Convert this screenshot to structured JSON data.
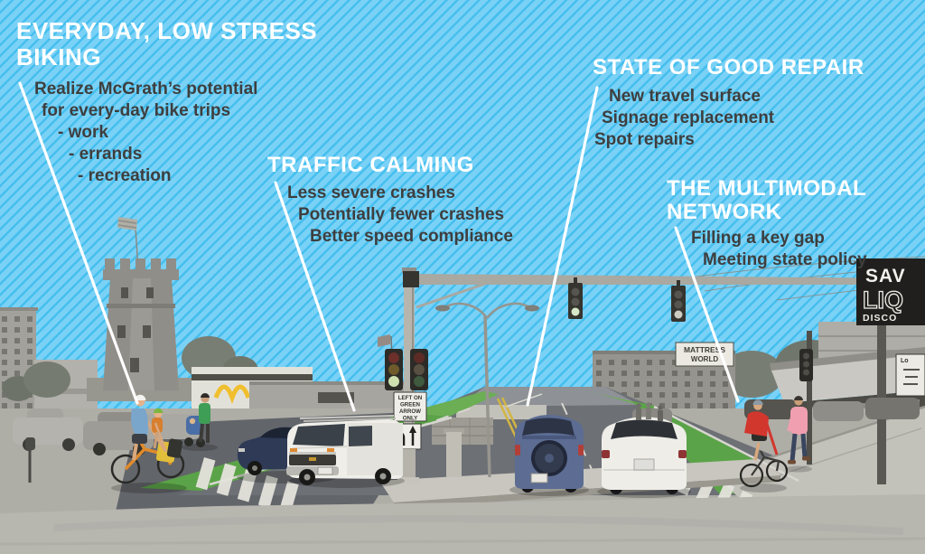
{
  "palette": {
    "sky": "#7ad1f6",
    "sky_stripe": "#45bfee",
    "heading_color": "#ffffff",
    "body_color": "#3e3e3e",
    "leader_color": "#ffffff",
    "bike_lane_green": "#5ba348",
    "road_gray": "#6d7075",
    "center_line_yellow": "#d3b544"
  },
  "callouts": {
    "biking": {
      "title": "EVERYDAY, LOW STRESS BIKING",
      "lines": [
        "Realize McGrath’s potential",
        "for every-day bike trips",
        "- work",
        "- errands",
        "- recreation"
      ]
    },
    "calming": {
      "title": "TRAFFIC CALMING",
      "lines": [
        "Less severe crashes",
        "Potentially fewer crashes",
        "Better speed compliance"
      ]
    },
    "repair": {
      "title": "STATE OF GOOD REPAIR",
      "lines": [
        "New travel surface",
        "Signage replacement",
        "Spot repairs"
      ]
    },
    "network": {
      "title": "THE MULTIMODAL NETWORK",
      "lines": [
        "Filling a key gap",
        "Meeting state policy"
      ]
    }
  },
  "signs": {
    "left_turn_sign": [
      "LEFT ON",
      "GREEN",
      "ARROW",
      "ONLY"
    ],
    "liquor_sign": [
      "SAV",
      "LIQ",
      "DISCO"
    ],
    "mattress_sign": [
      "MATTRESS",
      "WORLD"
    ],
    "marquee_label": "Lo"
  }
}
